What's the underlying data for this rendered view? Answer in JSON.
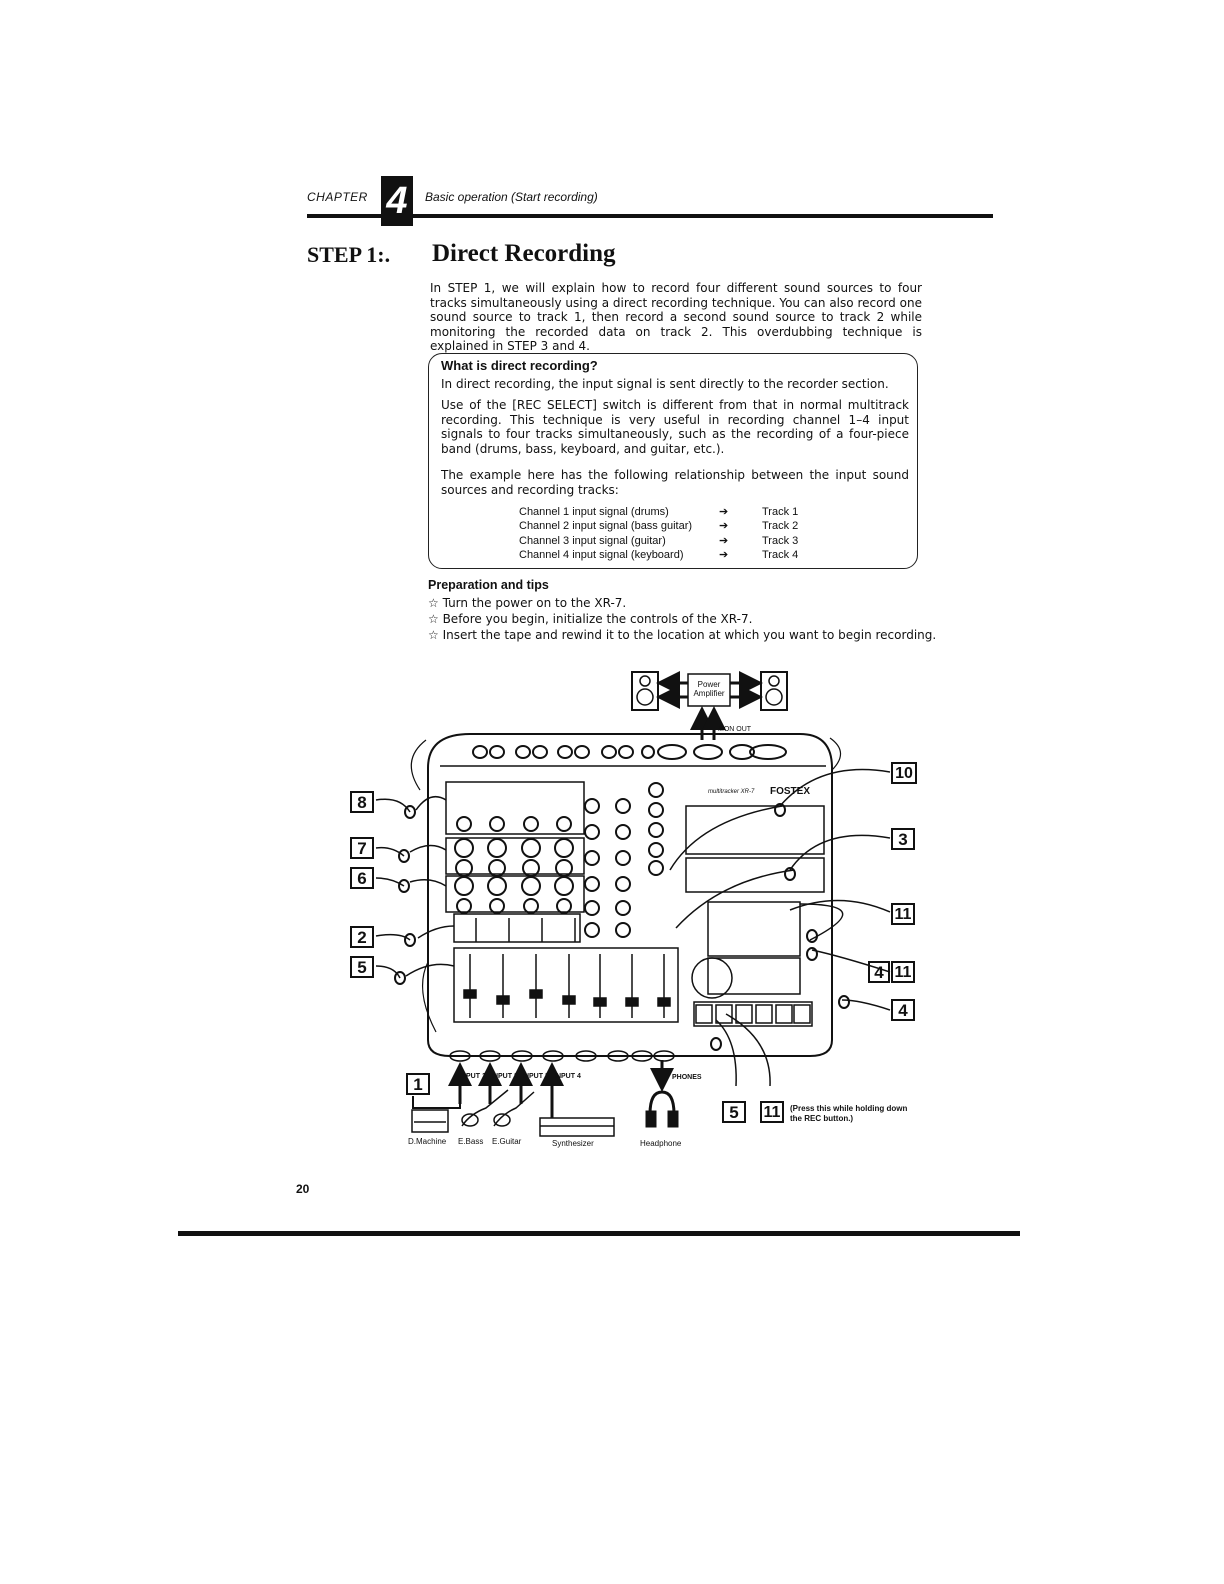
{
  "header": {
    "chapter_label": "CHAPTER",
    "chapter_number": "4",
    "subtitle": "Basic operation (Start recording)"
  },
  "step_label": "STEP 1:.",
  "section_title": "Direct Recording",
  "intro": "In STEP 1, we will explain how to record four different sound sources to four tracks simultaneously using a direct recording technique. You can also record one sound source to track 1, then record a second sound source to track 2 while monitoring the recorded data on track 2. This overdubbing technique is explained in STEP 3 and 4.",
  "callout": {
    "title": "What is direct recording?",
    "p1": "In direct recording, the input signal is sent directly to the recorder section.",
    "p2": "Use of the [REC SELECT] switch is different from that in normal multitrack recording. This technique is very useful in recording channel 1–4 input signals to four tracks simultaneously, such as the recording of a four-piece band (drums, bass, keyboard, and guitar, etc.).",
    "p3": "The example here has the following relationship between the input sound sources and recording tracks:",
    "routing": [
      {
        "source": "Channel 1 input signal (drums)",
        "arrow": "➔",
        "track": "Track 1"
      },
      {
        "source": "Channel 2 input signal (bass guitar)",
        "arrow": "➔",
        "track": "Track 2"
      },
      {
        "source": "Channel 3 input signal (guitar)",
        "arrow": "➔",
        "track": "Track 3"
      },
      {
        "source": "Channel 4 input signal (keyboard)",
        "arrow": "➔",
        "track": "Track 4"
      }
    ]
  },
  "preparation": {
    "title": "Preparation and tips",
    "tips": [
      "☆ Turn the power on to the XR-7.",
      "☆ Before you begin, initialize the controls of the XR-7.",
      "☆ Insert the tape and rewind it to the location at which you want to begin recording."
    ]
  },
  "diagram": {
    "power_amp_line1": "Power",
    "power_amp_line2": "Amplifier",
    "mon_out": "MON OUT",
    "brand_model": "multitracker XR-7",
    "brand": "FOSTEX",
    "inputs": [
      "INPUT 1",
      "INPUT 2",
      "INPUT 3",
      "INPUT 4"
    ],
    "phones": "PHONES",
    "devices": [
      "D.Machine",
      "E.Bass",
      "E.Guitar",
      "Synthesizer",
      "Headphone"
    ],
    "callouts_left": [
      "8",
      "7",
      "6",
      "2",
      "5"
    ],
    "callouts_right": [
      "10",
      "3",
      "11",
      "4",
      "11",
      "4"
    ],
    "callout_bottom_left": "1",
    "callout_bottom": [
      "5",
      "11"
    ],
    "rec_note_line1": "(Press this while holding down",
    "rec_note_line2": "the REC button.)"
  },
  "page_number": "20"
}
